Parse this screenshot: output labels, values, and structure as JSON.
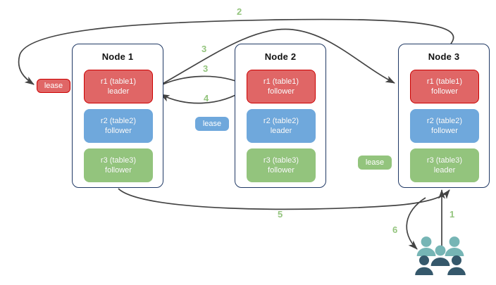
{
  "diagram": {
    "title": "Distributed lease / raft replica diagram",
    "colors": {
      "red": "#e06666",
      "red_border": "#cc0000",
      "blue": "#6fa8dc",
      "green": "#93c47d",
      "node_border": "#1f3864",
      "arrow": "#434343",
      "step_label": "#93c47d",
      "people_light": "#76b5b5",
      "people_dark": "#35586b"
    },
    "nodes": [
      {
        "title": "Node 1",
        "replicas": [
          {
            "name": "r1 (table1)",
            "role": "leader",
            "color": "red"
          },
          {
            "name": "r2 (table2)",
            "role": "follower",
            "color": "blue"
          },
          {
            "name": "r3 (table3)",
            "role": "follower",
            "color": "green"
          }
        ]
      },
      {
        "title": "Node 2",
        "replicas": [
          {
            "name": "r1 (table1)",
            "role": "follower",
            "color": "red"
          },
          {
            "name": "r2 (table2)",
            "role": "leader",
            "color": "blue"
          },
          {
            "name": "r3 (table3)",
            "role": "follower",
            "color": "green"
          }
        ]
      },
      {
        "title": "Node 3",
        "replicas": [
          {
            "name": "r1 (table1)",
            "role": "follower",
            "color": "red"
          },
          {
            "name": "r2 (table2)",
            "role": "follower",
            "color": "blue"
          },
          {
            "name": "r3 (table3)",
            "role": "leader",
            "color": "green"
          }
        ]
      }
    ],
    "leases": [
      {
        "label": "lease",
        "color": "red"
      },
      {
        "label": "lease",
        "color": "blue"
      },
      {
        "label": "lease",
        "color": "green"
      }
    ],
    "steps": [
      {
        "id": "1",
        "label": "1"
      },
      {
        "id": "2",
        "label": "2"
      },
      {
        "id": "3a",
        "label": "3"
      },
      {
        "id": "3b",
        "label": "3"
      },
      {
        "id": "4",
        "label": "4"
      },
      {
        "id": "5",
        "label": "5"
      },
      {
        "id": "6",
        "label": "6"
      }
    ],
    "people_icon": "people-group-icon"
  }
}
